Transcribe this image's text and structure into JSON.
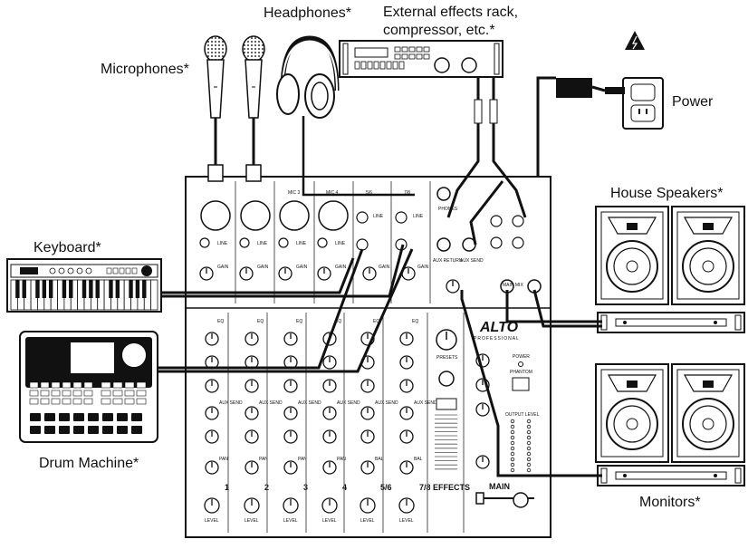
{
  "labels": {
    "headphones": "Headphones*",
    "effects_rack_line1": "External effects rack,",
    "effects_rack_line2": "compressor, etc.*",
    "microphones": "Microphones*",
    "power": "Power",
    "house_speakers": "House Speakers*",
    "keyboard": "Keyboard*",
    "drum_machine": "Drum Machine*",
    "monitors": "Monitors*"
  },
  "mixer": {
    "brand": "ALTO",
    "brand_sub": "PROFESSIONAL",
    "mic3_label": "MIC 3",
    "mic4_label": "MIC 4",
    "ch56_label": "5/6",
    "ch78_label": "7/8",
    "line_label": "LINE",
    "gain_label": "GAIN",
    "eq_label": "EQ",
    "aux_send_label": "AUX SEND",
    "pan_label": "PAN",
    "bal_label": "BAL",
    "level_label": "LEVEL",
    "effects_label": "EFFECTS",
    "main_label": "MAIN",
    "power_label": "POWER",
    "phantom_label": "PHANTOM",
    "output_level_label": "OUTPUT LEVEL",
    "presets_label": "PRESETS",
    "phones_label": "PHONES",
    "aux_return_label": "AUX RETURN",
    "aux_send_jack_label": "AUX SEND",
    "main_mix_label": "MAIN MIX",
    "phones_knob_label": "PHONES",
    "channel_numbers": [
      "1",
      "2",
      "3",
      "4",
      "5/6",
      "7/8"
    ]
  },
  "colors": {
    "line": "#111111",
    "panel": "#ffffff",
    "gray": "#d0d0d0",
    "dark": "#222222"
  }
}
